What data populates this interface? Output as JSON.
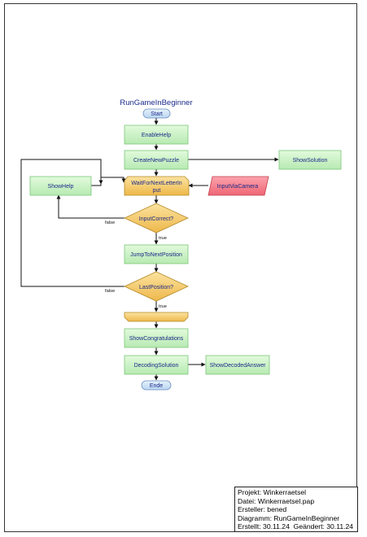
{
  "diagram": {
    "title": "RunGameInBeginner",
    "nodes": {
      "start": "Start",
      "enable_help": "EnableHelp",
      "create_new_puzzle": "CreateNewPuzzle",
      "show_solution": "ShowSolution",
      "show_help": "ShowHelp",
      "wait_line1": "WaitForNextLetterIn",
      "wait_line2": "put",
      "input_via_camera": "InputViaCamera",
      "input_correct": "InputCorrect?",
      "jump_to_next_position": "JumpToNextPosition",
      "last_position": "LastPosition?",
      "show_congratulations": "ShowCongratulations",
      "decoding_solution": "DecodingSolution",
      "show_decoded_answer": "ShowDecodedAnswer",
      "end": "Ende"
    },
    "edge_labels": {
      "input_correct_false": "false",
      "input_correct_true": "true",
      "last_position_false": "false",
      "last_position_true": "true"
    }
  },
  "info_box": {
    "project": "Projekt: Winkerraetsel",
    "file": "Datei: Winkerraetsel.pap",
    "author": "Ersteller: bened",
    "diagram": "Diagramm: RunGameInBeginner",
    "created": "Erstellt: 30.11.24",
    "changed": "Geändert: 30.11.24"
  },
  "colors": {
    "process_fill": "#c9f2c4",
    "process_stroke": "#7cc77a",
    "decision_fill": "#f4cc68",
    "decision_stroke": "#b48a2a",
    "io_fill": "#f57d8a",
    "io_stroke": "#c0404e",
    "terminal_fill": "#cfe3f6",
    "terminal_stroke": "#6a8fbf",
    "node_text": "#1a2a8a",
    "title_text": "#1a2a8a"
  }
}
